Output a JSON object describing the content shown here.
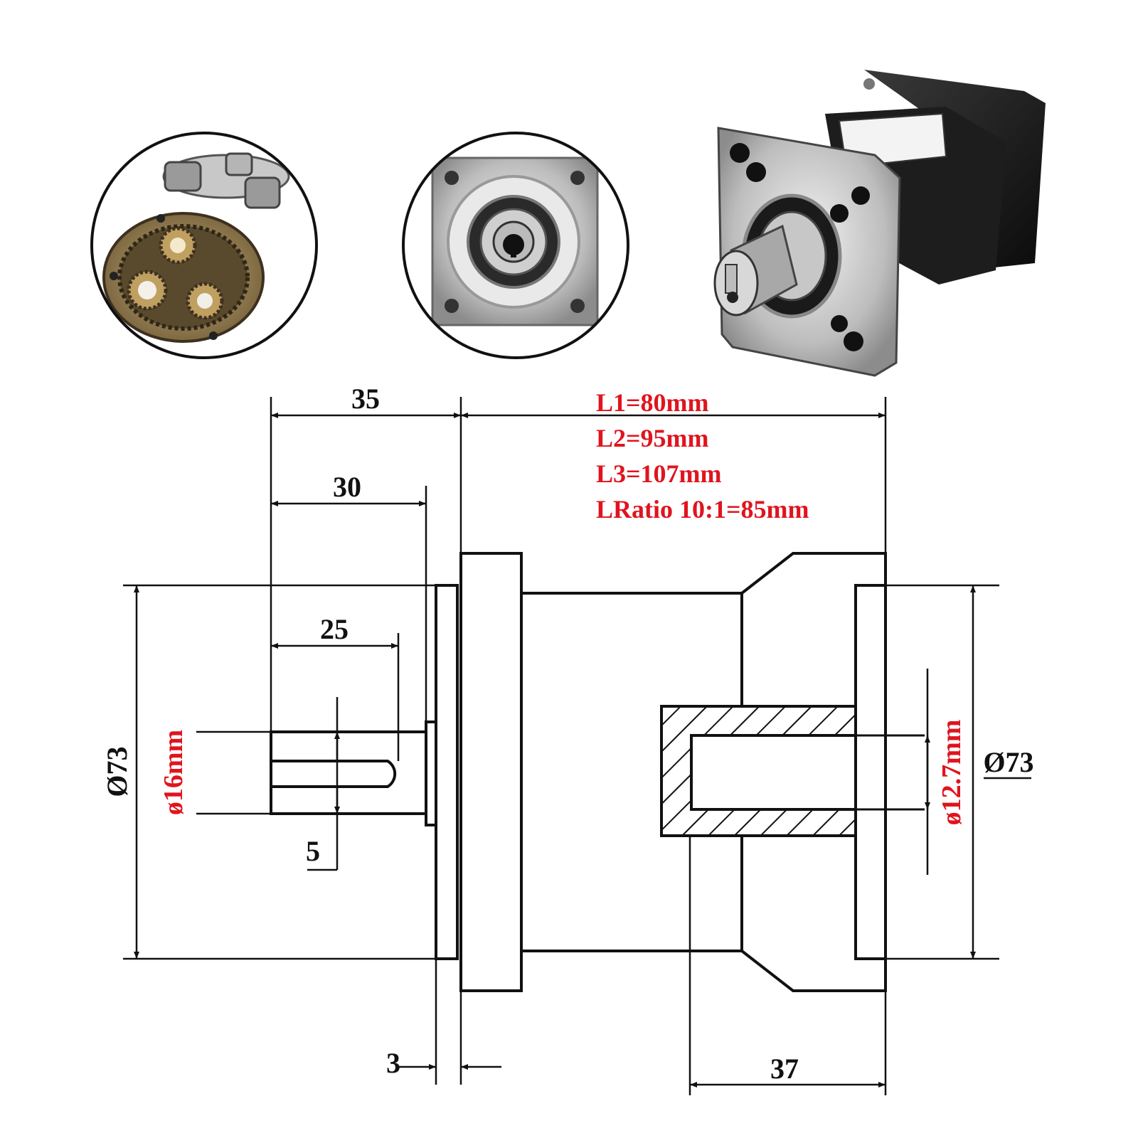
{
  "colors": {
    "line": "#111111",
    "spec_red": "#e0141e",
    "metal_light": "#d9d9d9",
    "metal_dark": "#7a7a7a",
    "body_black": "#151515",
    "brass": "#a48a5a"
  },
  "photos": [
    {
      "name": "gear-internals-photo",
      "subject": "planetary gears and ring gear"
    },
    {
      "name": "flange-face-photo",
      "subject": "square input flange with bore"
    },
    {
      "name": "gearbox-photo",
      "subject": "assembled planetary gearbox with output shaft"
    }
  ],
  "dimensions": {
    "shaft_extension": "35",
    "shaft_length": "30",
    "key_length": "25",
    "key_width": "5",
    "flange_step": "3",
    "input_length": "37",
    "output_diameter_left": "Ø73",
    "output_diameter_right": "Ø73",
    "shaft_diameter": "ø16mm",
    "input_bore_diameter": "ø12.7mm"
  },
  "lengths": [
    "L1=80mm",
    "L2=95mm",
    "L3=107mm",
    "LRatio 10:1=85mm"
  ]
}
